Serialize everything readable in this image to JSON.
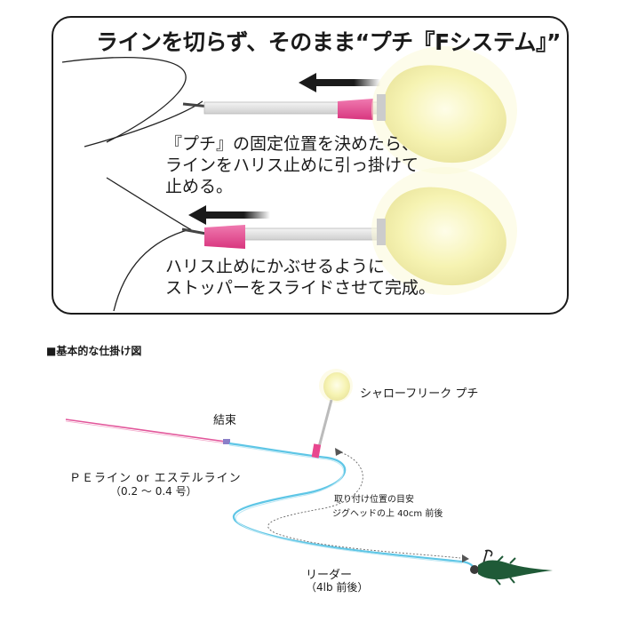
{
  "headline": "ラインを切らず、そのまま“プチ『Fシステム』”",
  "step1": {
    "lines": [
      "『プチ』の固定位置を決めたら、",
      "ラインをハリス止めに引っ掛けて",
      "止める。"
    ]
  },
  "step2": {
    "lines": [
      "ハリス止めにかぶせるように",
      "ストッパーをスライドさせて完成。"
    ]
  },
  "section_title": "■基本的な仕掛け図",
  "labels": {
    "float": "シャローフリーク プチ",
    "knot": "結束",
    "pe_line": "ＰＥライン or エステルライン",
    "pe_line_spec": "（0.2 ～ 0.4 号）",
    "position_1": "取り付け位置の目安",
    "position_2": "ジグヘッドの上 40cm 前後",
    "leader": "リーダー",
    "leader_spec": "（4lb 前後）"
  },
  "colors": {
    "float_fill": "#f6f3b2",
    "float_glow": "#fbf9d8",
    "stopper_pink": "#e8478f",
    "pe_line": "#e2559a",
    "leader_line": "#5ec6e6",
    "lure_green": "#1f5a37",
    "outline": "#1a1a1a"
  },
  "icons": [
    "arrow-left-icon",
    "float-icon",
    "stopper-icon",
    "jighead-icon"
  ]
}
